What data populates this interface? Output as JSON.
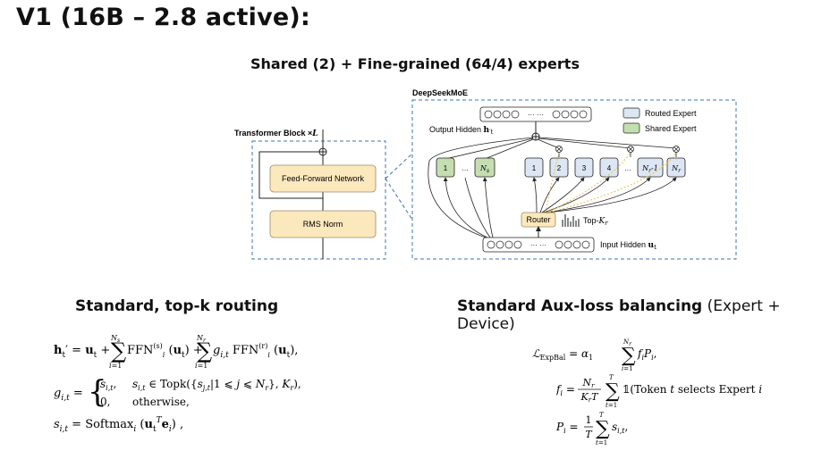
{
  "slide": {
    "title": "V1 (16B – 2.8 active):",
    "subtitle": "Shared (2) + Fine-grained (64/4) experts"
  },
  "diagram": {
    "transformer_label": "Transformer Block ×L",
    "ffn_label": "Feed-Forward Network",
    "rmsnorm_label": "RMS Norm",
    "moe_title": "DeepSeekMoE",
    "output_label": "Output Hidden h′t",
    "input_label": "Input Hidden ut",
    "router_label": "Router",
    "topk_label": "Top-Kr",
    "legend": [
      {
        "label": "Routed Expert",
        "color": "#dde6f3"
      },
      {
        "label": "Shared Expert",
        "color": "#c5deb0"
      }
    ],
    "shared_experts": [
      "1",
      "…",
      "Ns"
    ],
    "routed_experts": [
      "1",
      "2",
      "3",
      "4",
      "…",
      "Nr-1",
      "Nr"
    ],
    "colors": {
      "ffn": "#fbe8bc",
      "dashed_box": "#3d74b3",
      "shared": "#c5deb0",
      "routed": "#dde6f3"
    }
  },
  "sections": {
    "left_heading": "Standard, top-k routing",
    "right_heading_bold": "Standard Aux-loss balancing",
    "right_heading_plain": " (Expert + Device)"
  },
  "equations": {
    "h_out": "h′t = ut + Σi=1..Ns FFNi(s)(ut) + Σi=1..Nr gi,t FFNi(r)(ut),",
    "gate_case1": "si,t,   si,t ∈ Topk({sj,t|1 ⩽ j ⩽ Nr}, Kr),",
    "gate_case2": "0,     otherwise,",
    "score": "si,t = Softmaxi (utT ei) ,",
    "loss": "ℒExpBal = α1 Σi=1..Nr fi Pi,",
    "f_def": "fi = Nr/(KrT) Σt=1..T 𝟙(Token t selects Expert i),",
    "p_def": "Pi = 1/T Σt=1..T si,t,"
  }
}
